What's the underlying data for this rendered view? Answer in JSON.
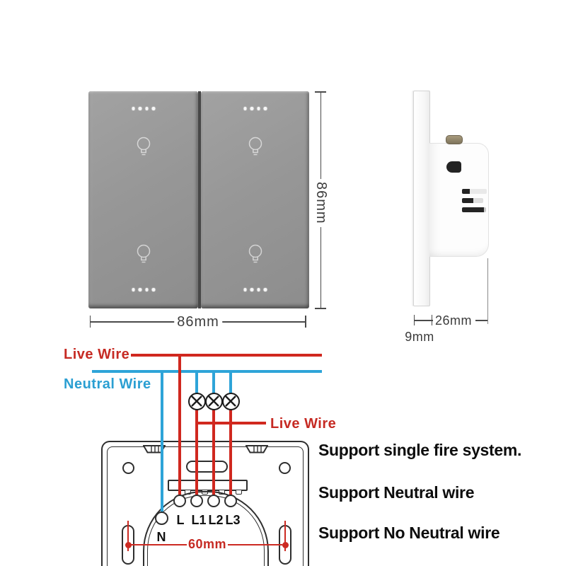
{
  "front_view": {
    "height_label": "86mm",
    "width_label": "86mm"
  },
  "side_view": {
    "depth_label": "26mm",
    "thickness_label": "9mm"
  },
  "wiring": {
    "live_wire_label": "Live Wire",
    "neutral_wire_label": "Neutral Wire",
    "load_live_wire_label": "Live Wire",
    "gang_spacing_label": "60mm",
    "neutral_terminal_label": "N",
    "terminal_labels": [
      "L",
      "L1",
      "L2",
      "L3"
    ]
  },
  "features": [
    "Support single fire system.",
    "Support Neutral wire",
    "Support No Neutral wire"
  ],
  "colors": {
    "live_wire": "#d0281f",
    "neutral_wire": "#2ea4d8",
    "diagram_outline": "#2f2f2f",
    "panel_gray": "#979797"
  }
}
